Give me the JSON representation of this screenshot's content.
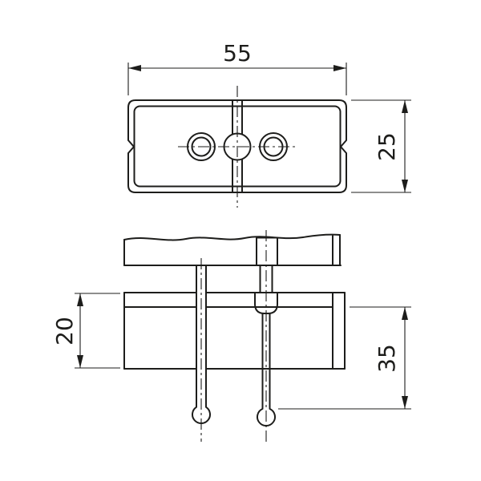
{
  "drawing": {
    "line_color": "#1d1d1b",
    "background_color": "#ffffff",
    "dimensions": {
      "overall_width": "55",
      "overall_depth": "25",
      "body_height": "20",
      "pin_length": "35"
    }
  }
}
